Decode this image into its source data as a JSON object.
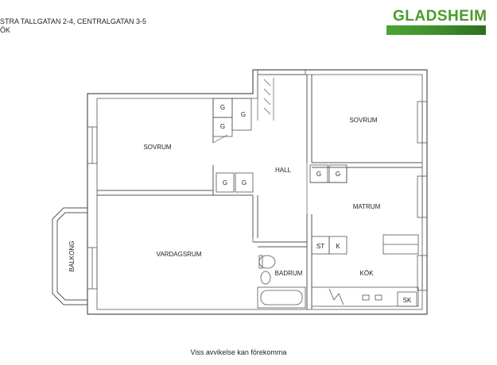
{
  "header": {
    "address_line1": "STRA TALLGATAN 2-4, CENTRALGATAN 3-5",
    "address_line2": "ÖK"
  },
  "logo": {
    "text": "GLADSHEIM",
    "color": "#4a9a2c",
    "bar_color": "#3f8f2d"
  },
  "rooms": {
    "sovrum_left": "SOVRUM",
    "sovrum_right": "SOVRUM",
    "hall": "HALL",
    "matrum": "MATRUM",
    "vardagsrum": "VARDAGSRUM",
    "badrum": "BADRUM",
    "kok": "KÖK",
    "balkong": "BALKONG"
  },
  "fixtures": {
    "wardrobe": "G",
    "stove": "ST",
    "fridge": "K",
    "cabinet": "SK"
  },
  "footer": {
    "disclaimer": "Viss avvikelse kan förekomma"
  }
}
